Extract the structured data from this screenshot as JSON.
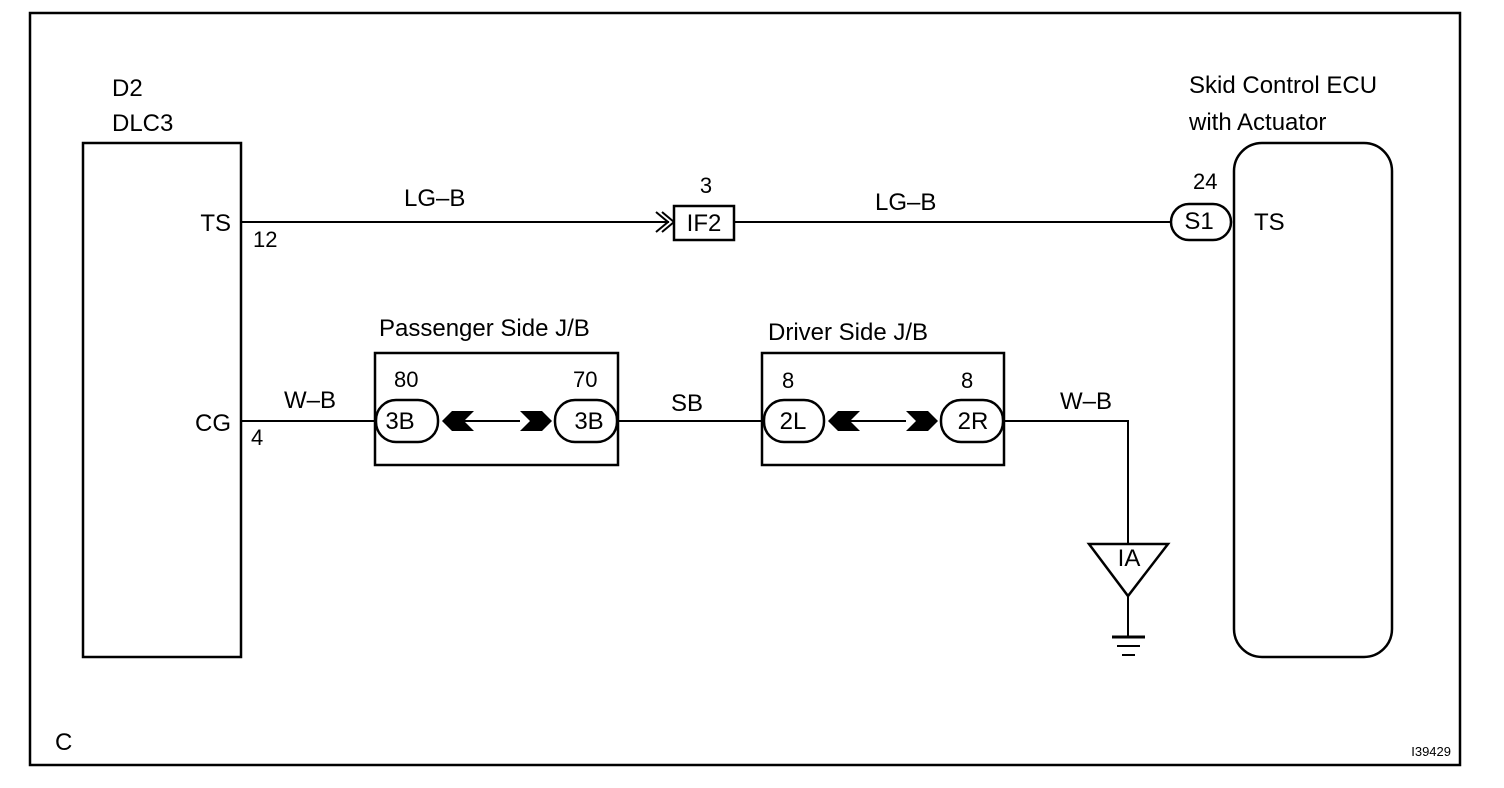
{
  "diagram": {
    "corner_label": "C",
    "figure_id": "I39429",
    "dlc": {
      "code": "D2",
      "name": "DLC3",
      "terminal_ts": "TS",
      "terminal_cg": "CG",
      "pin_ts": "12",
      "pin_cg": "4"
    },
    "ecu": {
      "name_line1": "Skid Control ECU",
      "name_line2": "with Actuator",
      "connector": "S1",
      "pin": "24",
      "terminal": "TS"
    },
    "wires": {
      "ts_left_color": "LG–B",
      "ts_right_color": "LG–B",
      "cg_left_color": "W–B",
      "jb_link_color": "SB",
      "ground_color": "W–B"
    },
    "connector_if2": {
      "label": "IF2",
      "pin": "3"
    },
    "passenger_jb": {
      "title": "Passenger Side J/B",
      "left_connector": "3B",
      "left_pin": "80",
      "right_connector": "3B",
      "right_pin": "70"
    },
    "driver_jb": {
      "title": "Driver Side J/B",
      "left_connector": "2L",
      "left_pin": "8",
      "right_connector": "2R",
      "right_pin": "8"
    },
    "ground_point": {
      "label": "IA"
    }
  }
}
